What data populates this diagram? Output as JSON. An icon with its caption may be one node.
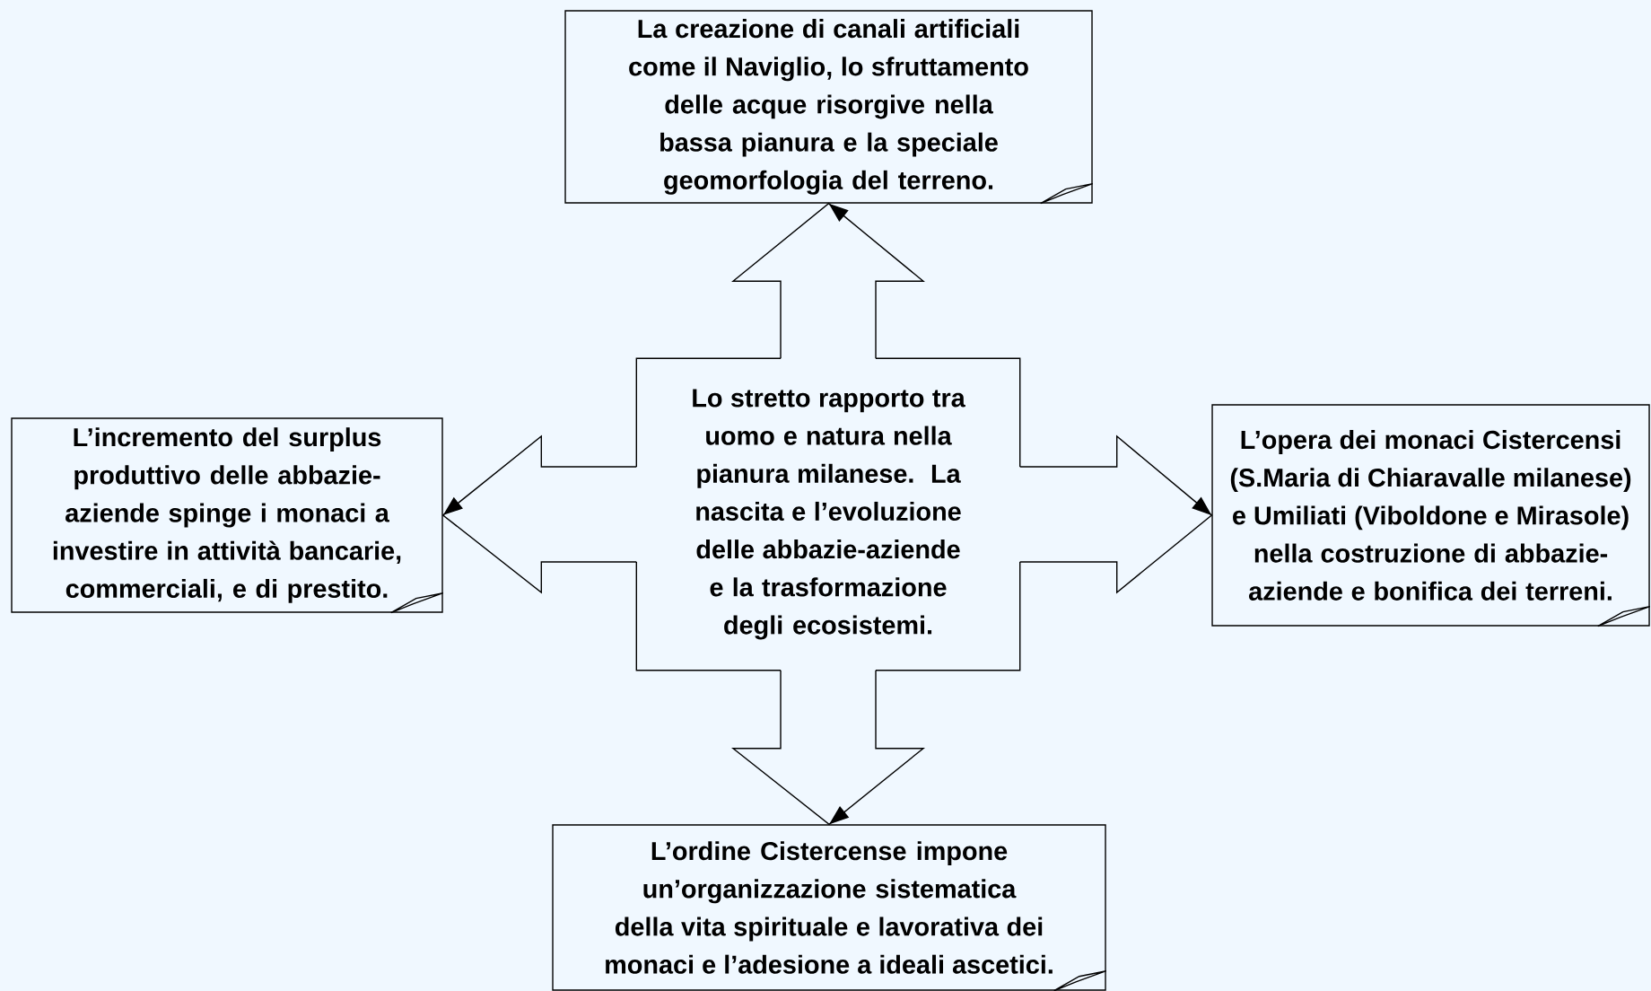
{
  "diagram": {
    "nodes": [
      {
        "text": [
          "Lo stretto rapporto tra uomo e natura nella pianura milanese. La nascita e l’evoluzione delle abbazie-aziende e la trasformazione degli ecosistemi."
        ]
      },
      {
        "text": [
          "La creazione di canali artificiali come il Naviglio, lo sfruttamento delle acque risorgive nella bassa pianura e la speciale geomorfologia del terreno."
        ]
      },
      {
        "text": [
          "L’incremento del surplus produttivo delle abbazie-aziende spinge i monaci a investire in attività bancarie, commerciali, e di prestito."
        ]
      },
      {
        "text": [
          "L’opera dei monaci Cistercensi (S.Maria di Chiaravalle milanese) e Umiliati (Viboldone e Mirasole) nella costruzione di abbazie-aziende e bonifica dei terreni."
        ]
      },
      {
        "text": [
          "L’ordine Cistercense impone un’organizzazione sistematica della vita spirituale e lavorativa dei monaci e l’adesione a ideali ascetici."
        ]
      }
    ],
    "edges": [
      {
        "from": 0,
        "to": 1,
        "arrow": "to"
      },
      {
        "from": 0,
        "to": 2,
        "arrow": "to"
      },
      {
        "from": 0,
        "to": 3,
        "arrow": "to"
      },
      {
        "from": 0,
        "to": 4,
        "arrow": "to"
      }
    ]
  }
}
